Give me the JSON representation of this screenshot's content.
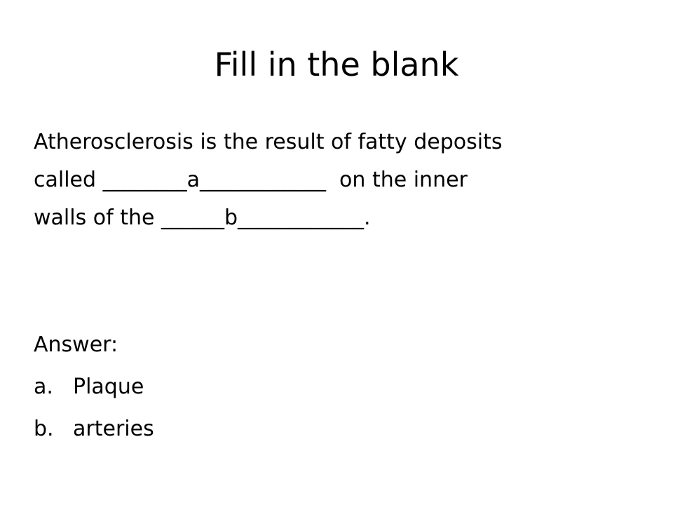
{
  "slide": {
    "title": "Fill in the blank",
    "question_lines": [
      "Atherosclerosis is the result of fatty deposits",
      "called ________a____________  on the inner",
      "walls of the ______b____________."
    ],
    "answer_label": "Answer:",
    "answers": [
      {
        "marker": "a.",
        "text": "Plaque"
      },
      {
        "marker": "b.",
        "text": "arteries"
      }
    ]
  }
}
